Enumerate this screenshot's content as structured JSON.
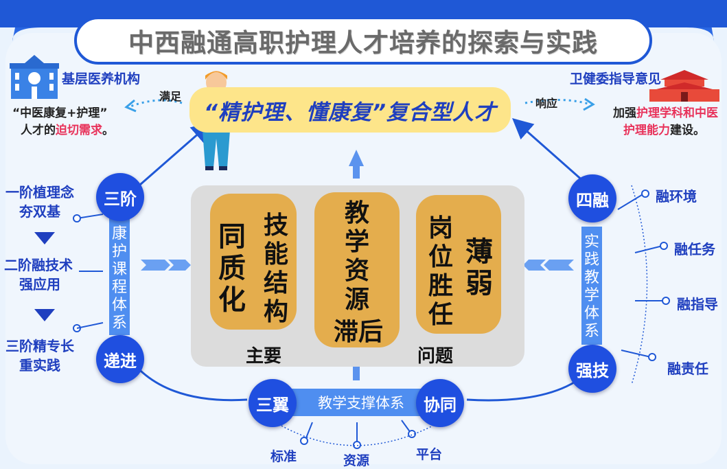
{
  "title": "中西融通高职护理人才培养的探索与实践",
  "goal": "“精护理、懂康复”复合型人才",
  "top_left": {
    "org": "基层医养机构",
    "arrow_label": "满足",
    "need_line1": "“中医康复+护理”",
    "need_line2_prefix": "人才的",
    "need_line2_red": "迫切需求",
    "need_line2_suffix": "。"
  },
  "top_right": {
    "org": "卫健委指导意见",
    "arrow_label": "响应",
    "line1_prefix": "加强",
    "line1_red": "护理学科和中医",
    "line2_red": "护理能力",
    "line2_suffix": "建设。"
  },
  "core": {
    "pill1_a": "技能结构",
    "pill1_b": "同质化",
    "pill2_a": "教学资源",
    "pill2_b": "滞后",
    "pill3_a": "岗位胜任",
    "pill3_b": "薄弱",
    "label_left": "主要",
    "label_right": "问题"
  },
  "left_system": {
    "top_circle": "三阶",
    "bottom_circle": "递进",
    "bar": "康护课程体系",
    "stage1_l1": "一阶植理念",
    "stage1_l2": "夯双基",
    "stage2_l1": "二阶融技术",
    "stage2_l2": "强应用",
    "stage3_l1": "三阶精专长",
    "stage3_l2": "重实践"
  },
  "right_system": {
    "top_circle": "四融",
    "bottom_circle": "强技",
    "bar": "实践教学体系",
    "items": [
      "融环境",
      "融任务",
      "融指导",
      "融责任"
    ]
  },
  "bottom_system": {
    "left_circle": "三翼",
    "right_circle": "协同",
    "bar": "教学支撑体系",
    "items": [
      "标准",
      "资源",
      "平台"
    ]
  }
}
